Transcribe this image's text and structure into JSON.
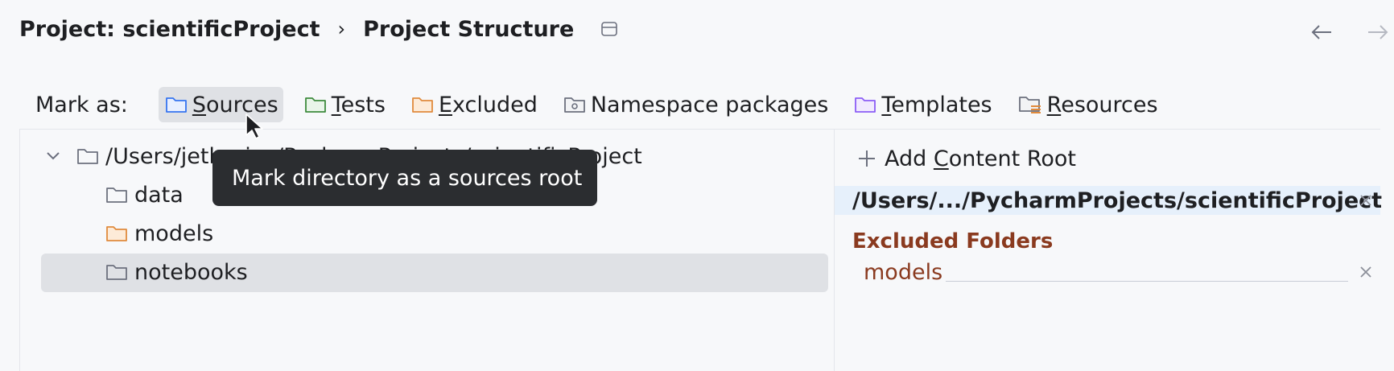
{
  "header": {
    "project": "Project: scientificProject",
    "separator": "›",
    "section": "Project Structure"
  },
  "markbar": {
    "label": "Mark as:",
    "buttons": [
      {
        "first": "S",
        "rest": "ources",
        "color": "#3574f0"
      },
      {
        "first": "T",
        "rest": "ests",
        "color": "#3d8b3d"
      },
      {
        "first": "E",
        "rest": "xcluded",
        "color": "#e08a3c"
      },
      {
        "first": "",
        "rest": "Namespace packages",
        "color": "#6c707e"
      },
      {
        "first": "T",
        "rest": "emplates",
        "color": "#8b5cf6"
      },
      {
        "first": "R",
        "rest": "esources",
        "color": "#e08a3c"
      }
    ]
  },
  "tree": {
    "root": "/Users/jetbrains/PycharmProjects/scientificProject",
    "children": [
      {
        "label": "data",
        "color": "#6c707e"
      },
      {
        "label": "models",
        "color": "#e08a3c"
      },
      {
        "label": "notebooks",
        "color": "#6c707e"
      }
    ]
  },
  "tooltip": "Mark directory as a sources root",
  "content_root": {
    "add_first": "Add ",
    "add_mnemonic": "C",
    "add_rest": "ontent Root",
    "path": "/Users/.../PycharmProjects/scientificProject",
    "excluded_title": "Excluded Folders",
    "excluded": [
      "models"
    ]
  }
}
